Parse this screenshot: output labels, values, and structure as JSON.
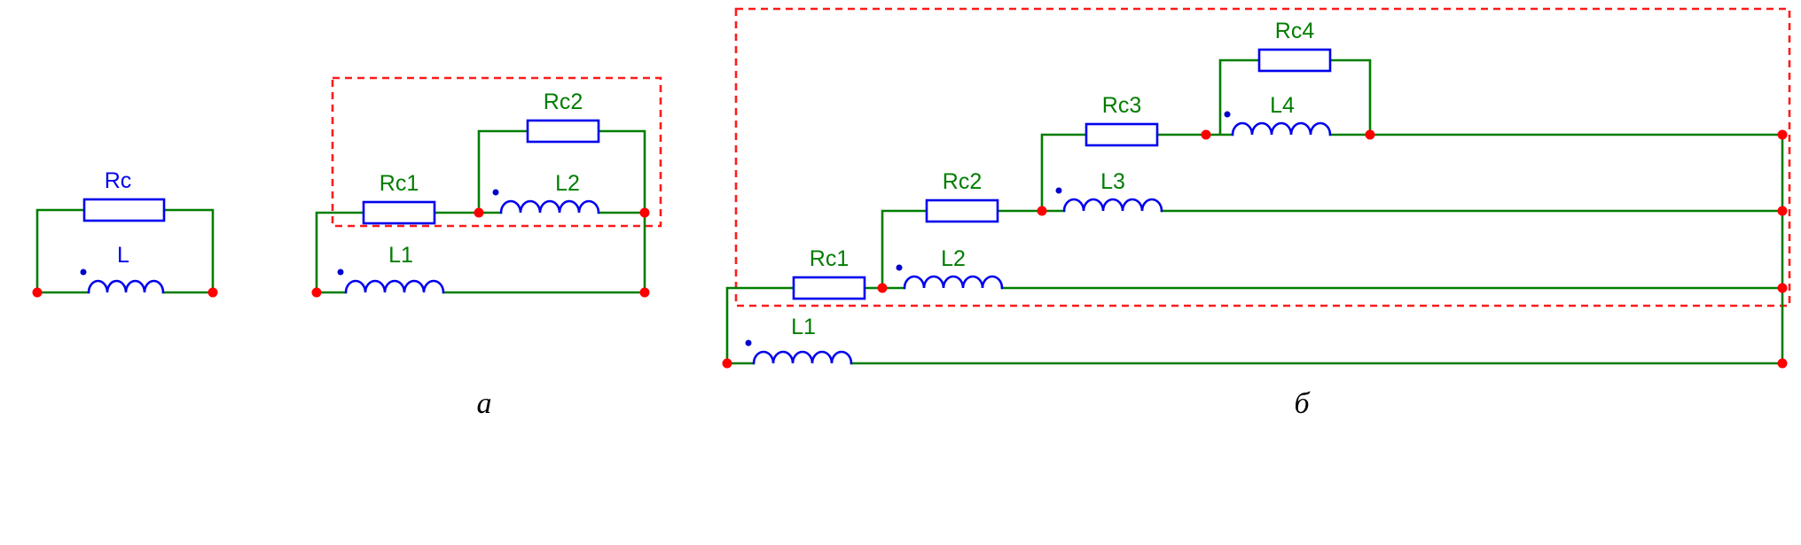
{
  "colors": {
    "background": "#FFFFFF",
    "wire_green": "#007D00",
    "component_blue": "#0000EE",
    "label_green": "#007D00",
    "label_blue": "#0000EE",
    "node_dot_red": "#FF0000",
    "polarity_dot_blue": "#0000CC",
    "dashed_outline_red": "#FF1A1A",
    "caption_black": "#000000"
  },
  "circuit_single": {
    "resistor": "Rc",
    "inductor": "L"
  },
  "circuit_a": {
    "caption": "а",
    "resistors": [
      "Rc1",
      "Rc2"
    ],
    "inductors": [
      "L1",
      "L2"
    ]
  },
  "circuit_b": {
    "caption": "б",
    "resistors": [
      "Rc1",
      "Rc2",
      "Rc3",
      "Rc4"
    ],
    "inductors": [
      "L1",
      "L2",
      "L3",
      "L4"
    ]
  }
}
